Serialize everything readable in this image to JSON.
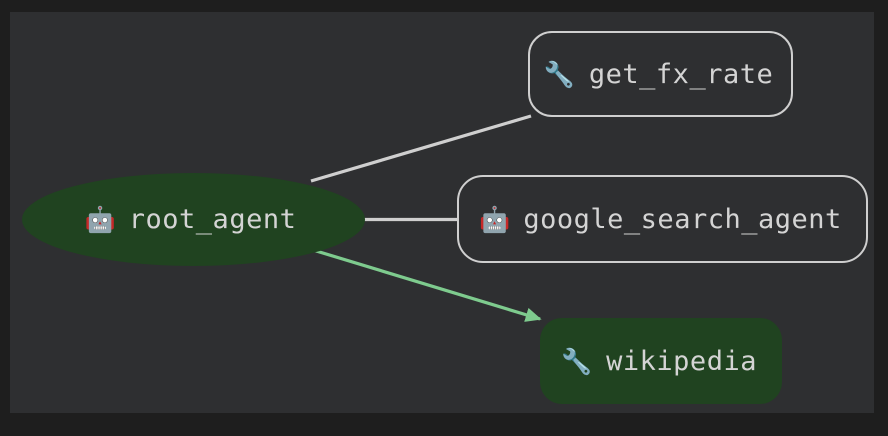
{
  "diagram": {
    "title": "agent-tool-graph",
    "canvas": {
      "background_color": "#2e2f31",
      "frame_color": "#1e1e1e"
    },
    "nodes": [
      {
        "id": "root_agent",
        "label": "root_agent",
        "icon": "robot-emoji",
        "icon_glyph": "🤖",
        "shape": "ellipse",
        "kind": "agent",
        "fill_color": "#204320",
        "text_color": "#d4d4d4",
        "highlighted": true
      },
      {
        "id": "get_fx_rate",
        "label": "get_fx_rate",
        "icon": "wrench-emoji",
        "icon_glyph": "🔧",
        "shape": "rounded-rect",
        "kind": "tool",
        "fill_color": "transparent",
        "border_color": "#cfcfcf",
        "text_color": "#d4d4d4",
        "highlighted": false
      },
      {
        "id": "google_search_agent",
        "label": "google_search_agent",
        "icon": "robot-emoji",
        "icon_glyph": "🤖",
        "shape": "rounded-rect",
        "kind": "agent",
        "fill_color": "transparent",
        "border_color": "#cfcfcf",
        "text_color": "#d4d4d4",
        "highlighted": false
      },
      {
        "id": "wikipedia",
        "label": "wikipedia",
        "icon": "wrench-emoji",
        "icon_glyph": "🔧",
        "shape": "rounded-rect",
        "kind": "tool",
        "fill_color": "#204320",
        "border_color": "none",
        "text_color": "#d4d4d4",
        "highlighted": true
      }
    ],
    "edges": [
      {
        "id": "edge-root-to-get-fx-rate",
        "from": "root_agent",
        "to": "get_fx_rate",
        "color": "#cfcfcf",
        "arrow": false,
        "highlighted": false
      },
      {
        "id": "edge-root-to-google-search-agent",
        "from": "root_agent",
        "to": "google_search_agent",
        "color": "#cfcfcf",
        "arrow": false,
        "highlighted": false
      },
      {
        "id": "edge-root-to-wikipedia",
        "from": "root_agent",
        "to": "wikipedia",
        "color": "#7ecb8e",
        "arrow": true,
        "highlighted": true
      }
    ]
  }
}
